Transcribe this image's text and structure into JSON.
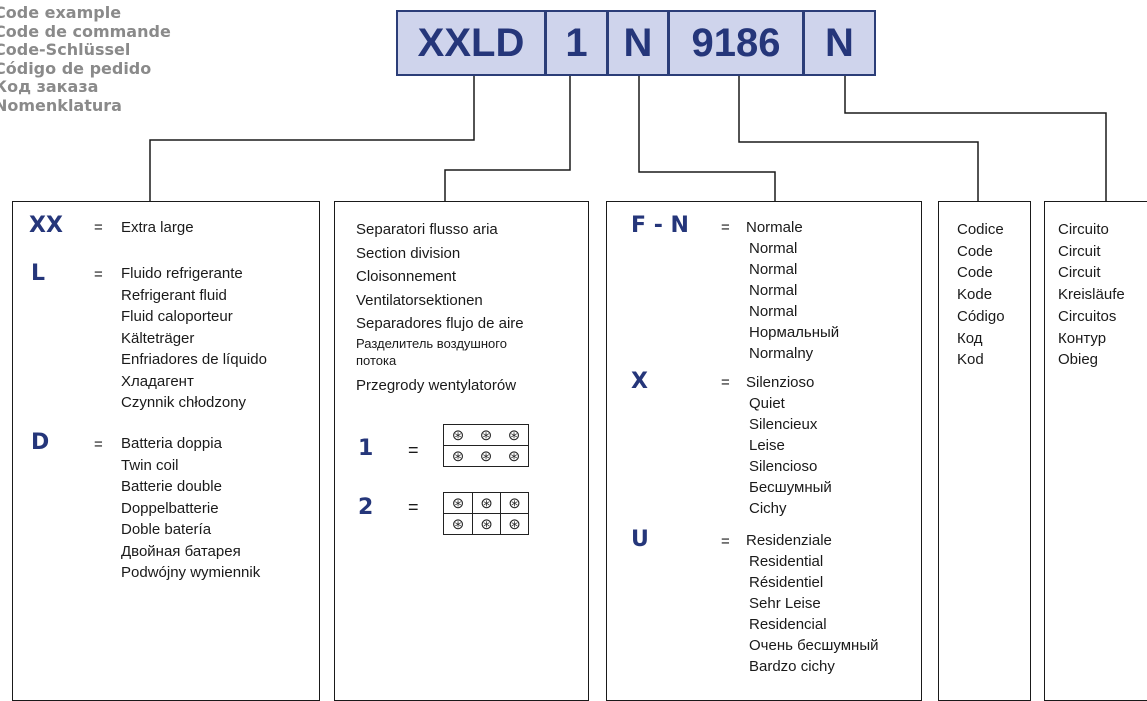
{
  "titles": [
    "Code example",
    "Code de commande",
    "Code-Schlüssel",
    "Código de pedido",
    "Код заказа",
    "Nomenklatura"
  ],
  "code": [
    "XXLD",
    "1",
    "N",
    "9186",
    "N"
  ],
  "box1": {
    "items": [
      {
        "symbol": "XX",
        "eq": "=",
        "lines": [
          "Extra large"
        ]
      },
      {
        "symbol": "L",
        "eq": "=",
        "lines": [
          "Fluido refrigerante",
          "Refrigerant fluid",
          "Fluid caloporteur",
          "Kälteträger",
          "Enfriadores de líquido",
          "Хладагент",
          "Czynnik chłodzony"
        ]
      },
      {
        "symbol": "D",
        "eq": "=",
        "lines": [
          "Batteria doppia",
          "Twin coil",
          "Batterie double",
          "Doppelbatterie",
          "Doble batería",
          "Двойная батарея",
          "Podwójny wymiennik"
        ]
      }
    ]
  },
  "box2": {
    "lines": [
      "Separatori flusso aria",
      "Section division",
      "Cloisonnement",
      "Ventilatorsektionen",
      "Separadores flujo de aire",
      "Разделитель воздушного",
      "потока",
      "Przegrody wentylatorów"
    ],
    "opt1": {
      "symbol": "1",
      "eq": "="
    },
    "opt2": {
      "symbol": "2",
      "eq": "="
    },
    "fan_glyph": "⊛"
  },
  "box3": {
    "items": [
      {
        "symbol": "F - N",
        "eq": "=",
        "lines": [
          "Normale",
          "Normal",
          "Normal",
          "Normal",
          "Normal",
          "Нормальный",
          "Normalny"
        ]
      },
      {
        "symbol": "X",
        "eq": "=",
        "lines": [
          "Silenzioso",
          "Quiet",
          "Silencieux",
          "Leise",
          "Silencioso",
          "Бесшумный",
          "Cichy"
        ]
      },
      {
        "symbol": "U",
        "eq": "=",
        "lines": [
          "Residenziale",
          "Residential",
          "Résidentiel",
          "Sehr Leise",
          "Residencial",
          "Очень бесшумный",
          "Bardzo cichy"
        ]
      }
    ]
  },
  "box4": {
    "lines": [
      "Codice",
      "Code",
      "Code",
      "Kode",
      "Código",
      "Код",
      "Kod"
    ]
  },
  "box5": {
    "lines": [
      "Circuito",
      "Circuit",
      "Circuit",
      "Kreisläufe",
      "Circuitos",
      "Контур",
      "Obieg"
    ]
  }
}
